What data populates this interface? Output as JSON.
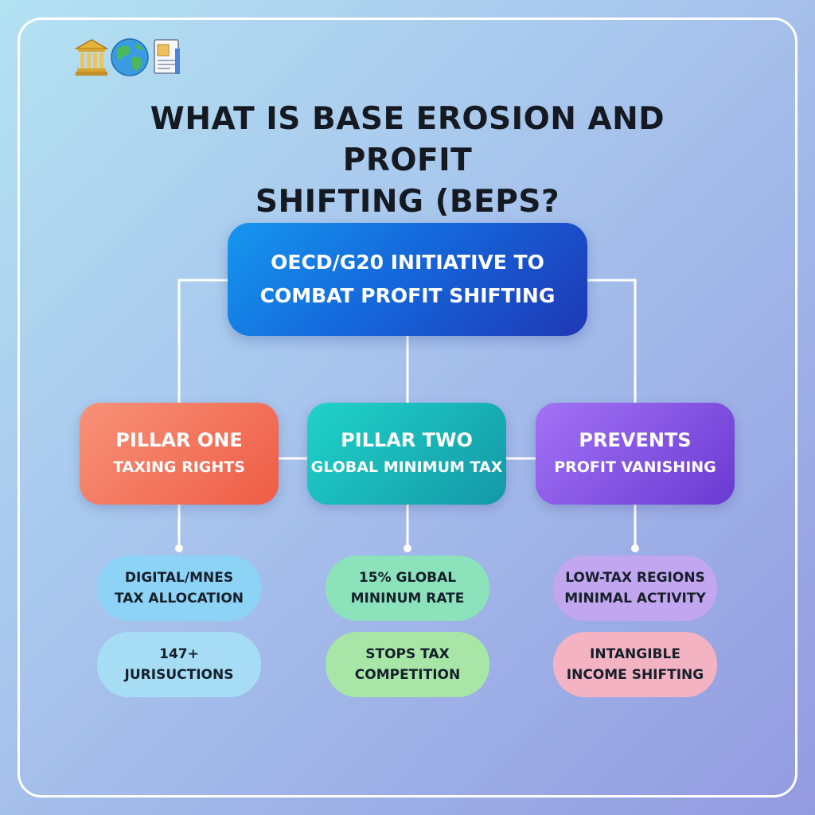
{
  "title": {
    "line1": "What is Base Erosion and Profit",
    "line2": "Shifting (BEPS?"
  },
  "icons": [
    "classical-building-icon",
    "globe-icon",
    "document-icon"
  ],
  "main": {
    "line1": "OECD/G20 Initiative to",
    "line2": "Combat Profit Shifting"
  },
  "pillars": [
    {
      "line1": "Pillar One",
      "line2": "Taxing Rights",
      "details": [
        {
          "line1": "Digital/MNEs",
          "line2": "Tax Allocation"
        },
        {
          "line1": "147+",
          "line2": "Jurisuctions"
        }
      ]
    },
    {
      "line1": "Pillar Two",
      "line2": "Global Minimum Tax",
      "details": [
        {
          "line1": "15% Global",
          "line2": "Mininum Rate"
        },
        {
          "line1": "Stops Tax",
          "line2": "Competition"
        }
      ]
    },
    {
      "line1": "Prevents",
      "line2": "Profit Vanishing",
      "details": [
        {
          "line1": "Low-Tax Regions",
          "line2": "Minimal Activity"
        },
        {
          "line1": "Intangible",
          "line2": "Income Shifting"
        }
      ]
    }
  ],
  "colors": {
    "main": "#1564d8",
    "pillar_one": "#ef5c45",
    "pillar_two": "#1498a6",
    "pillar_three": "#6a3ad2"
  }
}
